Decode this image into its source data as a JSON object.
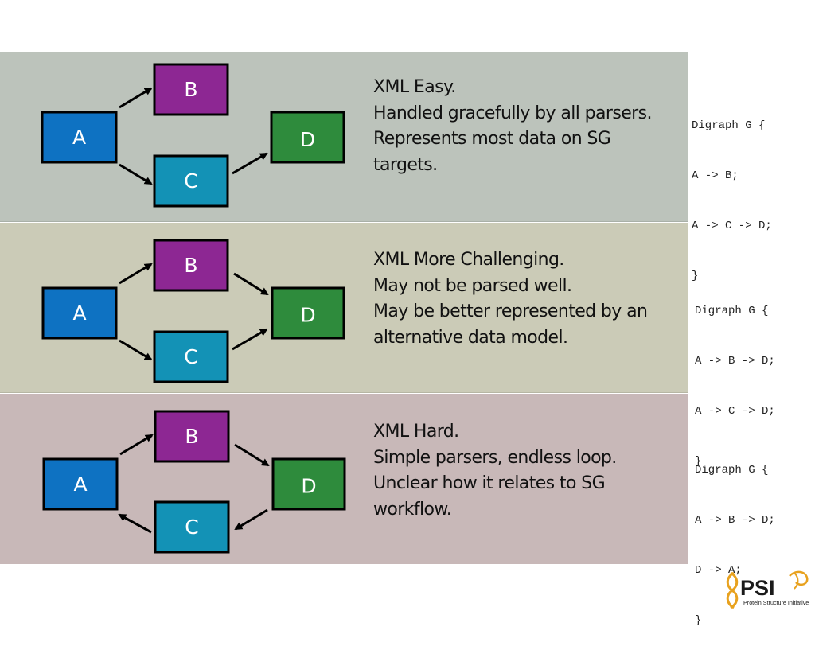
{
  "colors": {
    "node_a": "#0e72c2",
    "node_b": "#8d2793",
    "node_c": "#1392b6",
    "node_d": "#2e8b3c",
    "panel1_bg": "#bcc3bb",
    "panel2_bg": "#cbcbb7",
    "panel3_bg": "#c8b8b8"
  },
  "panels": [
    {
      "nodes": {
        "a": "A",
        "b": "B",
        "c": "C",
        "d": "D"
      },
      "desc": [
        "XML Easy.",
        "Handled gracefully by all parsers.",
        "Represents most data on SG",
        "targets."
      ],
      "code": [
        "Digraph G {",
        "A -> B;",
        "A -> C -> D;",
        "}"
      ]
    },
    {
      "nodes": {
        "a": "A",
        "b": "B",
        "c": "C",
        "d": "D"
      },
      "desc": [
        "XML More Challenging.",
        "May not be parsed well.",
        "May be better represented by an",
        "alternative data model."
      ],
      "code": [
        "Digraph G {",
        "A -> B -> D;",
        "A -> C -> D;",
        "}"
      ]
    },
    {
      "nodes": {
        "a": "A",
        "b": "B",
        "c": "C",
        "d": "D"
      },
      "desc": [
        "XML Hard.",
        "Simple parsers, endless loop.",
        "Unclear how it relates to SG",
        "workflow."
      ],
      "code": [
        "Digraph G {",
        "A -> B -> D;",
        "D -> A;",
        "}"
      ]
    }
  ],
  "logo": {
    "name": "PSI",
    "subtitle": "Protein Structure Initiative",
    "icon": "dna-helix-icon"
  }
}
